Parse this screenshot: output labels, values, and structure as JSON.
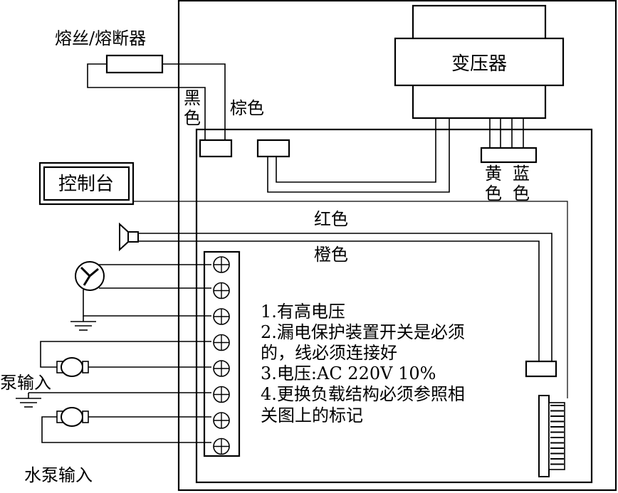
{
  "labels": {
    "fuse": "熔丝/熔断器",
    "transformer": "变压器",
    "black": "黑色",
    "brown": "棕色",
    "control_panel": "控制台",
    "yellow": "黄色",
    "blue": "蓝色",
    "red": "红色",
    "orange": "橙色",
    "pump_input_1": "泵输入",
    "pump_input_2": "水泵输入"
  },
  "notes": [
    "1.有高电压",
    "2.漏电保护装置开关是必须",
    "的，线必须连接好",
    "3.电压:AC 220V  10%",
    "4.更换负载结构必须参照相",
    "关图上的标记"
  ],
  "terminal_count": 8
}
